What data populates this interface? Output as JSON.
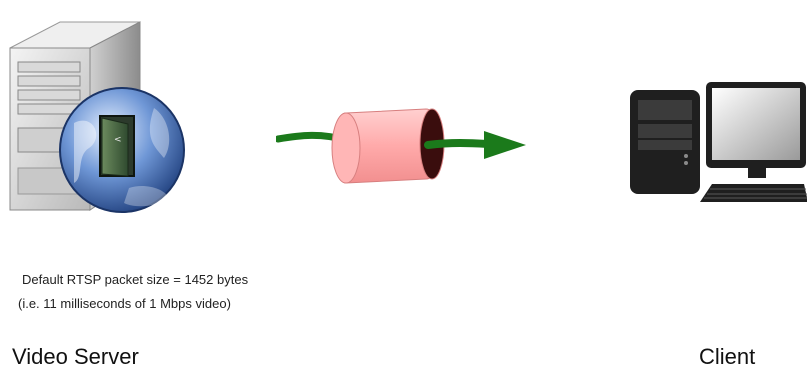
{
  "diagram": {
    "nodes": {
      "server": {
        "label": "Video Server",
        "icon": "web-server-icon"
      },
      "client": {
        "label": "Client",
        "icon": "desktop-computer-icon"
      }
    },
    "link": {
      "icon": "pipe-with-arrow-icon",
      "pipe_color": "#ffb0b0",
      "arrow_color": "#1b7a1b"
    },
    "note": {
      "line1": "Default RTSP packet size = 1452 bytes",
      "line2": "(i.e. 11 milliseconds of 1 Mbps video)"
    }
  }
}
